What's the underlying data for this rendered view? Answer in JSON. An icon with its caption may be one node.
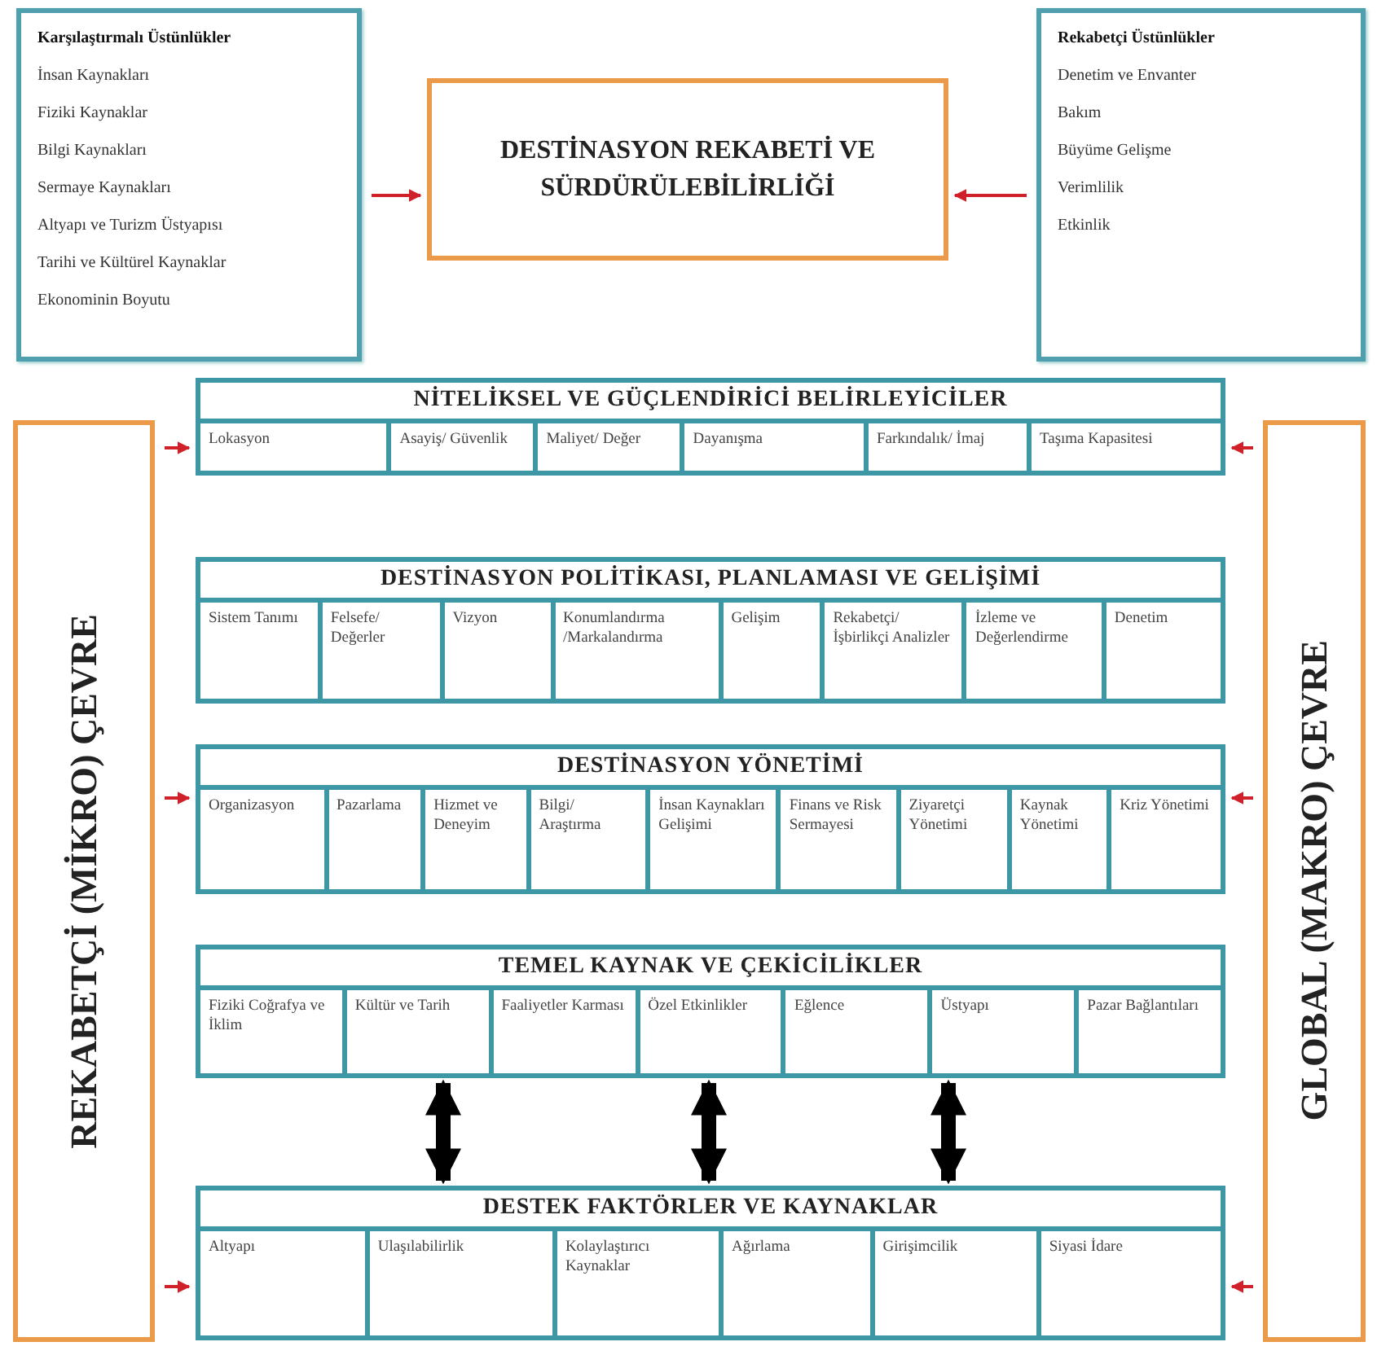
{
  "diagram": {
    "nodes": [
      {
        "text": [
          "Karşılaştırmalı Üstünlükler",
          "İnsan Kaynakları",
          "Fiziki Kaynaklar",
          "Bilgi Kaynakları",
          "Sermaye Kaynakları",
          "Altyapı ve Turizm Üstyapısı",
          "Tarihi ve Kültürel Kaynaklar",
          "Ekonominin Boyutu"
        ]
      },
      {
        "text": [
          "DESTİNASYON REKABETİ VE SÜRDÜRÜLEBİLİRLİĞİ"
        ]
      },
      {
        "text": [
          "Rekabetçi Üstünlükler",
          "Denetim ve Envanter",
          "Bakım",
          "Büyüme Gelişme",
          "Verimlilik",
          "Etkinlik"
        ]
      },
      {
        "text": [
          "REKABETÇİ (MİKRO) ÇEVRE"
        ]
      },
      {
        "text": [
          "GLOBAL (MAKRO) ÇEVRE"
        ]
      },
      {
        "text": [
          "NİTELİKSEL VE GÜÇLENDİRİCİ BELİRLEYİCİLER"
        ]
      },
      {
        "text": [
          "Lokasyon"
        ],
        "in": 5
      },
      {
        "text": [
          "Asayiş/ Güvenlik"
        ],
        "in": 5
      },
      {
        "text": [
          "Maliyet/ Değer"
        ],
        "in": 5
      },
      {
        "text": [
          "Dayanışma"
        ],
        "in": 5
      },
      {
        "text": [
          "Farkındalık/ İmaj"
        ],
        "in": 5
      },
      {
        "text": [
          "Taşıma Kapasitesi"
        ],
        "in": 5
      },
      {
        "text": [
          "DESTİNASYON POLİTİKASI, PLANLAMASI VE GELİŞİMİ"
        ]
      },
      {
        "text": [
          "Sistem Tanımı"
        ],
        "in": 12
      },
      {
        "text": [
          "Felsefe/ Değerler"
        ],
        "in": 12
      },
      {
        "text": [
          "Vizyon"
        ],
        "in": 12
      },
      {
        "text": [
          "Konumlandırma /Markalandırma"
        ],
        "in": 12
      },
      {
        "text": [
          "Gelişim"
        ],
        "in": 12
      },
      {
        "text": [
          "Rekabetçi/ İşbirlikçi Analizler"
        ],
        "in": 12
      },
      {
        "text": [
          "İzleme ve Değerlendirme"
        ],
        "in": 12
      },
      {
        "text": [
          "Denetim"
        ],
        "in": 12
      },
      {
        "text": [
          "DESTİNASYON YÖNETİMİ"
        ]
      },
      {
        "text": [
          "Organizasyon"
        ],
        "in": 21
      },
      {
        "text": [
          "Pazarlama"
        ],
        "in": 21
      },
      {
        "text": [
          "Hizmet ve Deneyim"
        ],
        "in": 21
      },
      {
        "text": [
          "Bilgi/ Araştırma"
        ],
        "in": 21
      },
      {
        "text": [
          "İnsan Kaynakları Gelişimi"
        ],
        "in": 21
      },
      {
        "text": [
          "Finans ve Risk Sermayesi"
        ],
        "in": 21
      },
      {
        "text": [
          "Ziyaretçi Yönetimi"
        ],
        "in": 21
      },
      {
        "text": [
          "Kaynak Yönetimi"
        ],
        "in": 21
      },
      {
        "text": [
          "Kriz Yönetimi"
        ],
        "in": 21
      },
      {
        "text": [
          "TEMEL KAYNAK VE ÇEKİCİLİKLER"
        ]
      },
      {
        "text": [
          "Fiziki Coğrafya ve İklim"
        ],
        "in": 31
      },
      {
        "text": [
          "Kültür ve Tarih"
        ],
        "in": 31
      },
      {
        "text": [
          "Faaliyetler Karması"
        ],
        "in": 31
      },
      {
        "text": [
          "Özel Etkinlikler"
        ],
        "in": 31
      },
      {
        "text": [
          "Eğlence"
        ],
        "in": 31
      },
      {
        "text": [
          "Üstyapı"
        ],
        "in": 31
      },
      {
        "text": [
          "Pazar Bağlantıları"
        ],
        "in": 31
      },
      {
        "text": [
          "DESTEK FAKTÖRLER VE KAYNAKLAR"
        ]
      },
      {
        "text": [
          "Altyapı"
        ],
        "in": 39
      },
      {
        "text": [
          "Ulaşılabilirlik"
        ],
        "in": 39
      },
      {
        "text": [
          "Kolaylaştırıcı Kaynaklar"
        ],
        "in": 39
      },
      {
        "text": [
          "Ağırlama"
        ],
        "in": 39
      },
      {
        "text": [
          "Girişimcilik"
        ],
        "in": 39
      },
      {
        "text": [
          "Siyasi İdare"
        ],
        "in": 39
      }
    ],
    "edges": [
      {
        "from": 0,
        "to": 1,
        "arrow": "to"
      },
      {
        "from": 2,
        "to": 1,
        "arrow": "to"
      },
      {
        "from": 3,
        "to": 5,
        "arrow": "to"
      },
      {
        "from": 3,
        "to": 21,
        "arrow": "to"
      },
      {
        "from": 3,
        "to": 39,
        "arrow": "to"
      },
      {
        "from": 4,
        "to": 5,
        "arrow": "to"
      },
      {
        "from": 4,
        "to": 21,
        "arrow": "to"
      },
      {
        "from": 4,
        "to": 39,
        "arrow": "to"
      },
      {
        "from": 31,
        "to": 39,
        "arrow": "both",
        "style": "thick",
        "color": "#000000"
      },
      {
        "from": 31,
        "to": 39,
        "arrow": "both",
        "style": "thick",
        "color": "#000000"
      },
      {
        "from": 31,
        "to": 39,
        "arrow": "both",
        "style": "thick",
        "color": "#000000"
      }
    ]
  }
}
